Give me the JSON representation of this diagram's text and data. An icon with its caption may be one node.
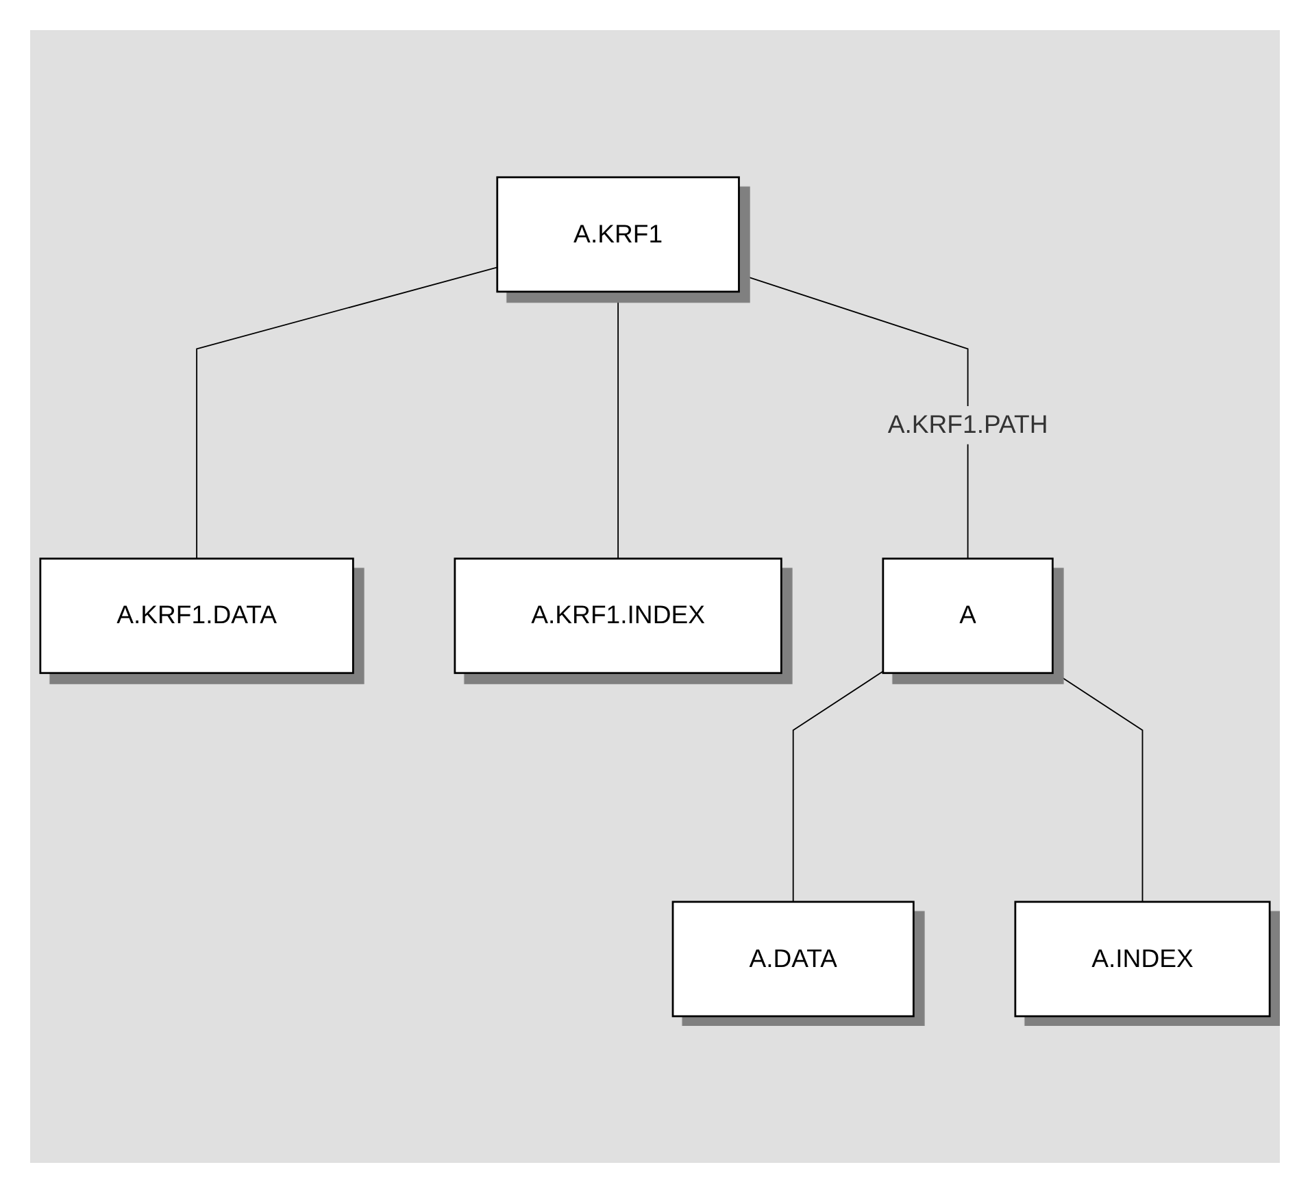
{
  "diagram": {
    "nodes": [
      {
        "text": [
          "A.KRF1"
        ]
      },
      {
        "text": [
          "A.KRF1.DATA"
        ]
      },
      {
        "text": [
          "A.KRF1.INDEX"
        ]
      },
      {
        "text": [
          "A"
        ]
      },
      {
        "text": [
          "A.DATA"
        ]
      },
      {
        "text": [
          "A.INDEX"
        ]
      }
    ],
    "edges": [
      {
        "from": 0,
        "to": 1,
        "arrow": "none"
      },
      {
        "from": 0,
        "to": 2,
        "arrow": "none"
      },
      {
        "from": 0,
        "to": 3,
        "arrow": "none",
        "label": "A.KRF1.PATH"
      },
      {
        "from": 3,
        "to": 4,
        "arrow": "none"
      },
      {
        "from": 3,
        "to": 5,
        "arrow": "none"
      }
    ]
  }
}
